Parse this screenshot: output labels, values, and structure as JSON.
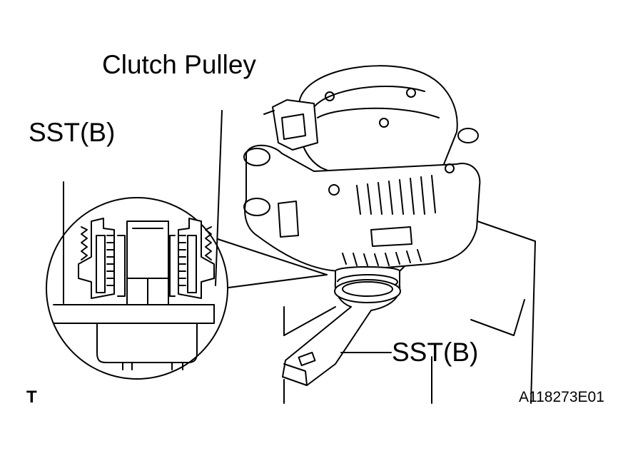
{
  "labels": {
    "clutch_pulley": "Clutch Pulley",
    "sst_b_left": "SST(B)",
    "sst_b_right": "SST(B)",
    "view_marker": "T",
    "figure_code": "A118273E01"
  },
  "colors": {
    "line": "#000000",
    "background": "#ffffff"
  }
}
